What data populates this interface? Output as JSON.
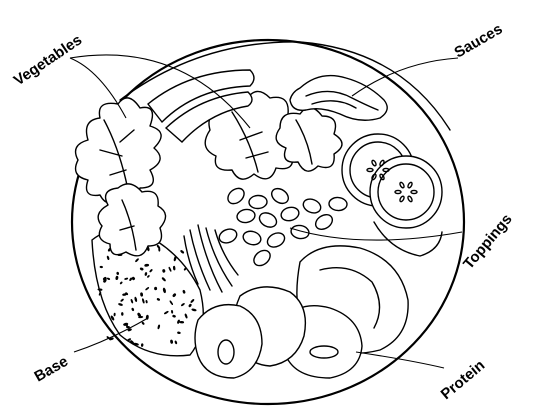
{
  "labels": {
    "vegetables": "Vegetables",
    "sauces": "Sauces",
    "toppings": "Toppings",
    "protein": "Protein",
    "base": "Base"
  },
  "colors": {
    "ink": "#000000",
    "background": "#ffffff"
  }
}
